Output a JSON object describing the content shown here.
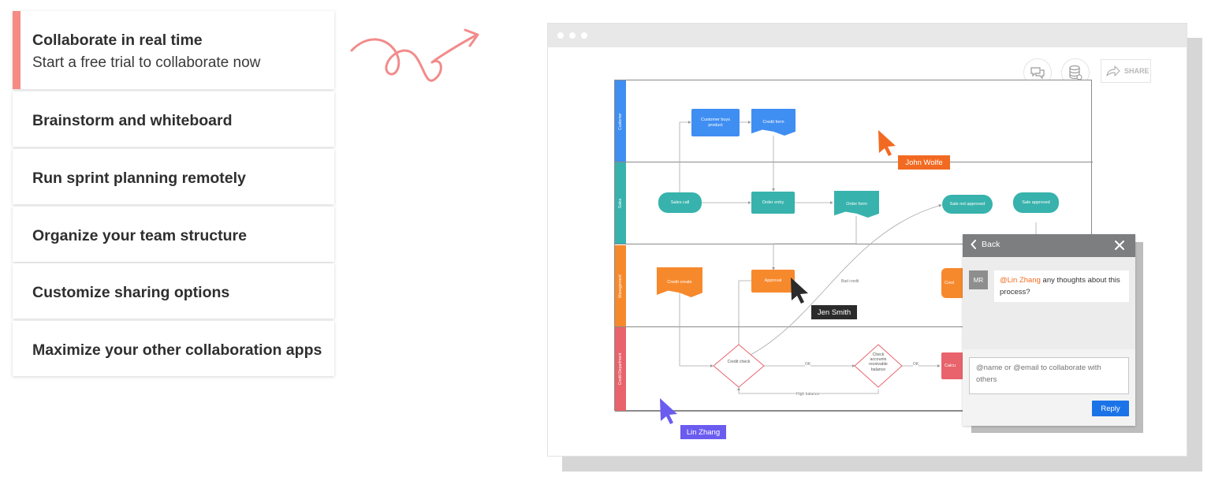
{
  "features": [
    {
      "title": "Collaborate in real time",
      "subtitle": "Start a free trial to collaborate now",
      "active": true
    },
    {
      "title": "Brainstorm and whiteboard"
    },
    {
      "title": "Run sprint planning remotely"
    },
    {
      "title": "Organize your team structure"
    },
    {
      "title": "Customize sharing options"
    },
    {
      "title": "Maximize your other collaboration apps"
    }
  ],
  "toolbar": {
    "comments_icon": "comments-icon",
    "data_icon": "database-icon",
    "share_label": "SHARE"
  },
  "diagram": {
    "lanes": [
      {
        "label": "Customer",
        "color": "#3f8ef2"
      },
      {
        "label": "Sales",
        "color": "#38b2ac"
      },
      {
        "label": "Management",
        "color": "#f7892d"
      },
      {
        "label": "Credit Department",
        "color": "#e8636b"
      }
    ],
    "nodes": {
      "customer_buys": "Customer buys product",
      "credit_form": "Credit form",
      "sales_call": "Sales call",
      "order_entry": "Order entry",
      "order_form": "Order form",
      "sale_not_approved": "Sale not approved",
      "sale_approved": "Sale approved",
      "credit_create": "Credit create",
      "approval": "Approval",
      "credit_partial": "Cred",
      "credit_check": "Credit check",
      "check_accounts": "Check accounts receivable balance",
      "calc_partial": "Calcu"
    },
    "edge_labels": {
      "bad_credit": "Bad credit",
      "ok1": "OK",
      "ok2": "OK",
      "high_balance": "High balance"
    },
    "colors": {
      "blue": "#3f8ef2",
      "teal": "#38b2ac",
      "orange": "#f7892d",
      "red": "#e8636b"
    }
  },
  "cursors": [
    {
      "name": "John Wolfe",
      "color": "#f26a21"
    },
    {
      "name": "Jen Smith",
      "color": "#2b2b2b"
    },
    {
      "name": "Lin Zhang",
      "color": "#6b5cf0"
    }
  ],
  "comment_panel": {
    "back_label": "Back",
    "avatar_initials": "MR",
    "mention": "@Lin Zhang",
    "comment_text": " any thoughts about this process?",
    "reply_placeholder": "@name or @email to collaborate with others",
    "reply_label": "Reply"
  }
}
